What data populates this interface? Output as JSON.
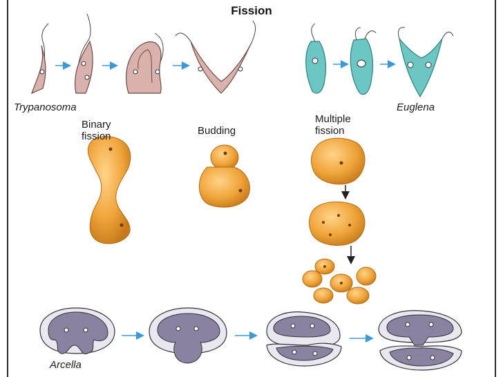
{
  "title": "Fission",
  "labels": {
    "trypanosoma": "Trypanosoma",
    "euglena": "Euglena",
    "binary_fission": [
      "Binary",
      "fission"
    ],
    "budding": "Budding",
    "multiple_fission": [
      "Multiple",
      "fission"
    ],
    "arcella": "Arcella"
  },
  "colors": {
    "arrow": "#3a9ad9",
    "trypanosoma": "#d9b2ad",
    "euglena": "#6cc7c4",
    "cell_orange": "#f0a43a",
    "arcella_body": "#8a82a0",
    "arcella_shell": "#c9c5d4"
  }
}
